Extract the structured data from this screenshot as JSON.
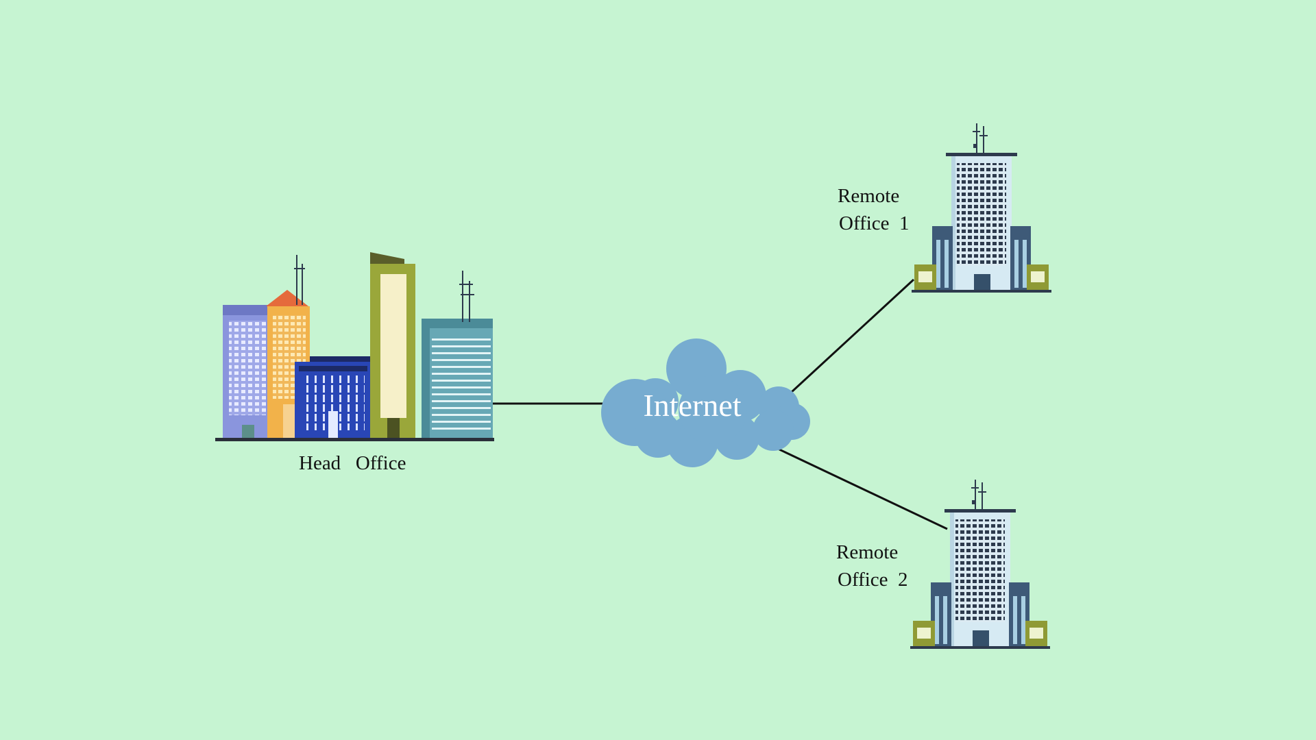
{
  "colors": {
    "background": "#c6f4d2",
    "link_line": "#111111",
    "cloud": "#77acd0",
    "cloud_text": "#ffffff"
  },
  "cloud": {
    "label": "Internet",
    "icon": "cloud-icon"
  },
  "nodes": {
    "head_office": {
      "label": "Head   Office",
      "icon": "city-buildings-icon"
    },
    "remote_office_1": {
      "label_line1": "Remote",
      "label_line2": "Office  1",
      "icon": "office-tower-icon"
    },
    "remote_office_2": {
      "label_line1": "Remote",
      "label_line2": "Office  2",
      "icon": "office-tower-icon"
    }
  }
}
